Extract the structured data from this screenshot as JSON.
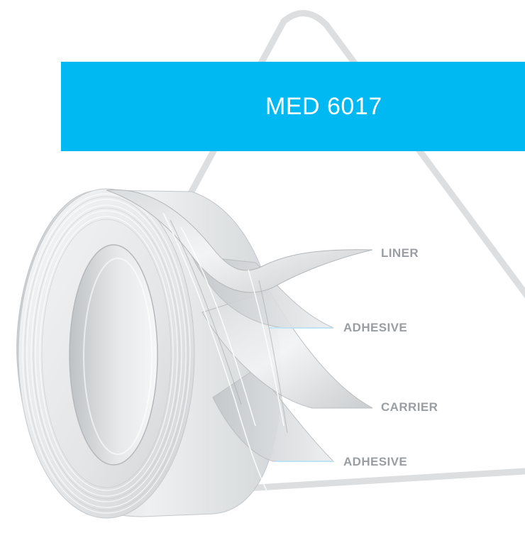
{
  "product": {
    "name": "MED 6017"
  },
  "layers": [
    {
      "label": "LINER"
    },
    {
      "label": "ADHESIVE"
    },
    {
      "label": "CARRIER"
    },
    {
      "label": "ADHESIVE"
    }
  ],
  "colors": {
    "banner": "#00b9f2",
    "banner_text": "#ffffff",
    "label_text": "#9a9ea3",
    "outline": "#dcdee0",
    "tape_light": "#f2f3f4",
    "tape_mid": "#dadcde",
    "tape_dark": "#b9bcbf"
  }
}
